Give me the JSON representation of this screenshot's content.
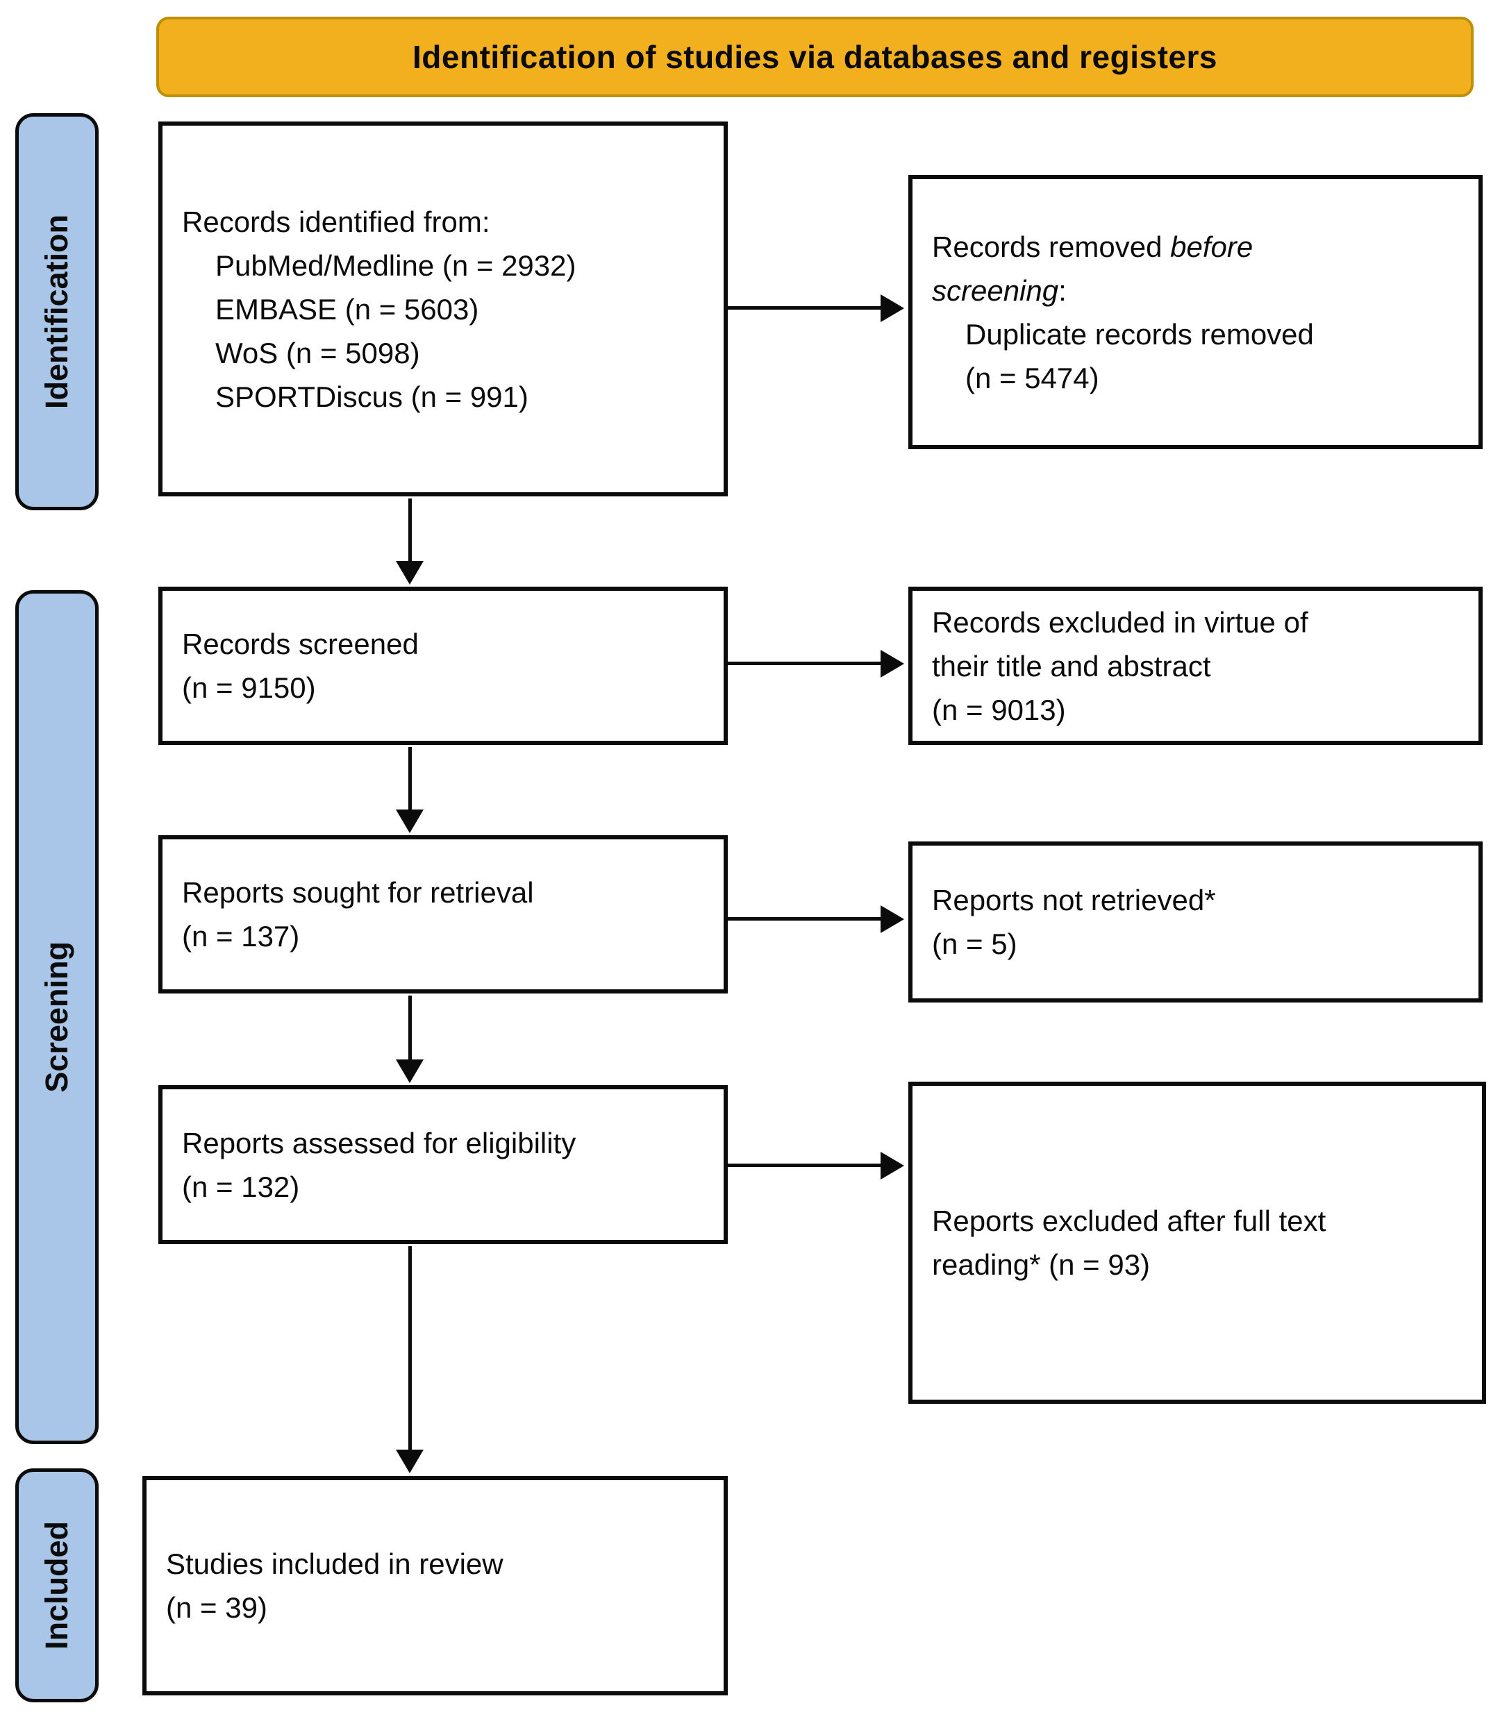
{
  "banner": {
    "label": "Identification of studies via databases and registers"
  },
  "colors": {
    "banner_fill": "#F2B01E",
    "banner_border": "#BE8F07",
    "stage_fill": "#A9C6E8"
  },
  "stages": [
    {
      "label": "Identification"
    },
    {
      "label": "Screening"
    },
    {
      "label": "Included"
    }
  ],
  "boxes": {
    "records_identified": {
      "intro": "Records identified from:",
      "sources": [
        "PubMed/Medline (n = 2932)",
        "EMBASE (n = 5603)",
        "WoS (n = 5098)",
        "SPORTDiscus (n = 991)"
      ]
    },
    "records_removed": {
      "line1_regular": "Records removed ",
      "line1_italic": "before",
      "line2_italic": "screening",
      "line2_regular": ":",
      "detail_line1": "Duplicate records removed",
      "detail_line2": "(n = 5474)"
    },
    "records_screened": {
      "line1": "Records screened",
      "line2": "(n = 9150)"
    },
    "records_excluded": {
      "line1": "Records excluded in virtue of",
      "line2": "their title and abstract",
      "line3": "(n = 9013)"
    },
    "reports_sought": {
      "line1": "Reports sought for retrieval",
      "line2": "(n = 137)"
    },
    "reports_not_retrieved": {
      "line1": "Reports not retrieved*",
      "line2": "(n = 5)"
    },
    "reports_assessed": {
      "line1": "Reports assessed for eligibility",
      "line2": "(n = 132)"
    },
    "reports_excluded_fulltext": {
      "line1": "Reports excluded after full text",
      "line2": "reading* (n = 93)"
    },
    "studies_included": {
      "line1": "Studies included in review",
      "line2": "(n = 39)"
    }
  }
}
